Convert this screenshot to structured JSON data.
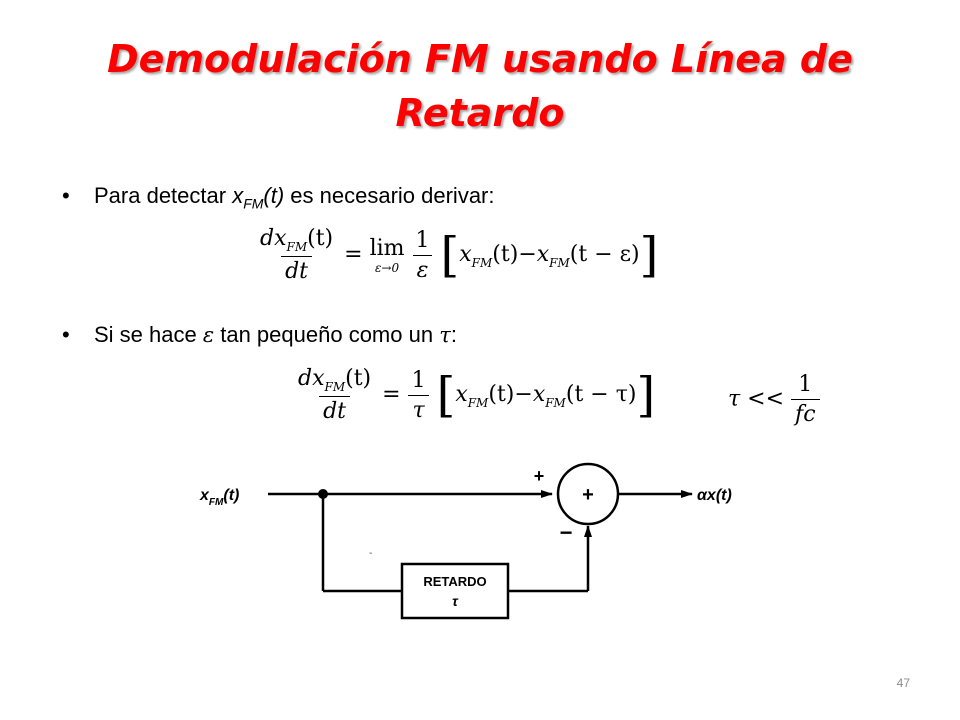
{
  "title": "Demodulación FM usando Línea de Retardo",
  "bullets": [
    {
      "prefix": "Para detectar ",
      "var": "x",
      "var_sub": "FM",
      "var_arg": "(t)",
      "suffix": " es necesario derivar:"
    },
    {
      "prefix": "Si se hace ",
      "sym1": "ε",
      "middle": " tan pequeño como un ",
      "sym2": "τ",
      "suffix": ":"
    }
  ],
  "equation1": {
    "lhs_num": "dx",
    "lhs_num_sub": "FM",
    "lhs_num_arg": "(t)",
    "lhs_den": "dt",
    "lim": "lim",
    "lim_under": "ε→0",
    "coef_num": "1",
    "coef_den": "ε",
    "term1": "x",
    "term1_sub": "FM",
    "term1_arg": "(t)",
    "minus": "−",
    "term2": "x",
    "term2_sub": "FM",
    "term2_arg": "(t − ε)"
  },
  "equation2": {
    "lhs_num": "dx",
    "lhs_num_sub": "FM",
    "lhs_num_arg": "(t)",
    "lhs_den": "dt",
    "coef_num": "1",
    "coef_den": "τ",
    "term1": "x",
    "term1_sub": "FM",
    "term1_arg": "(t)",
    "minus": "−",
    "term2": "x",
    "term2_sub": "FM",
    "term2_arg": "(t − τ)"
  },
  "condition": {
    "lhs": "τ",
    "op": "<<",
    "num": "1",
    "den": "fc"
  },
  "diagram": {
    "input_label": "x",
    "input_sub": "FM",
    "input_arg": "(t)",
    "plus_sign": "+",
    "minus_sign": "−",
    "summer_symbol": "+",
    "output_label": "αx(t)",
    "delay_label": "RETARDO",
    "delay_symbol": "τ",
    "stray_mark": "-"
  },
  "page_number": "47",
  "colors": {
    "title": "#ff0000",
    "text": "#000000",
    "page_number": "#8c8c8c"
  }
}
